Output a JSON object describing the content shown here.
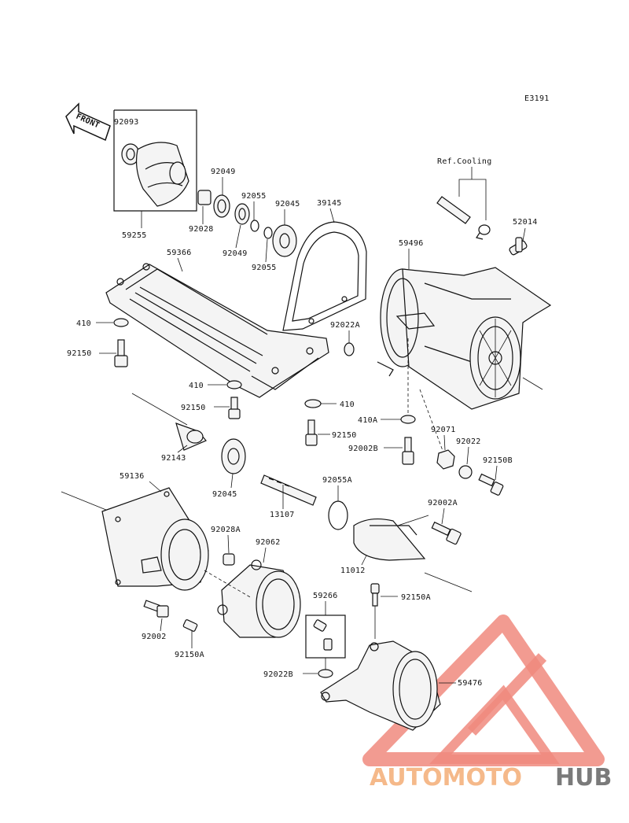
{
  "diagram": {
    "code": "E3191",
    "front_label": "FRONT",
    "ref_cooling": "Ref.Cooling",
    "parts": {
      "p92093": "92093",
      "p92049a": "92049",
      "p92055a": "92055",
      "p92045a": "92045",
      "p39145": "39145",
      "p92028": "92028",
      "p92049b": "92049",
      "p92055b": "92055",
      "p59255": "59255",
      "p59366": "59366",
      "p52014": "52014",
      "p59496": "59496",
      "p410a": "410",
      "p92150a": "92150",
      "p92022A": "92022A",
      "p410b": "410",
      "p410c": "410",
      "p92150b": "92150",
      "p410A": "410A",
      "p92071": "92071",
      "p92150c": "92150",
      "p92022": "92022",
      "p92002Ba": "92002B",
      "p92150B": "92150B",
      "p92143": "92143",
      "p59136": "59136",
      "p92045b": "92045",
      "p92055A": "92055A",
      "p92002A": "92002A",
      "p13107": "13107",
      "p92028A": "92028A",
      "p92062": "92062",
      "p11012": "11012",
      "p59266": "59266",
      "p92150A_a": "92150A",
      "p92002": "92002",
      "p92150A_b": "92150A",
      "p92022B": "92022B",
      "p59476": "59476"
    }
  },
  "watermark": {
    "brand_part1": "AUTOMOTO",
    "brand_part2": "HUB",
    "color_primary": "#f08a7e",
    "color_secondary": "#f5b98a",
    "color_gray": "#7a7a7a"
  }
}
